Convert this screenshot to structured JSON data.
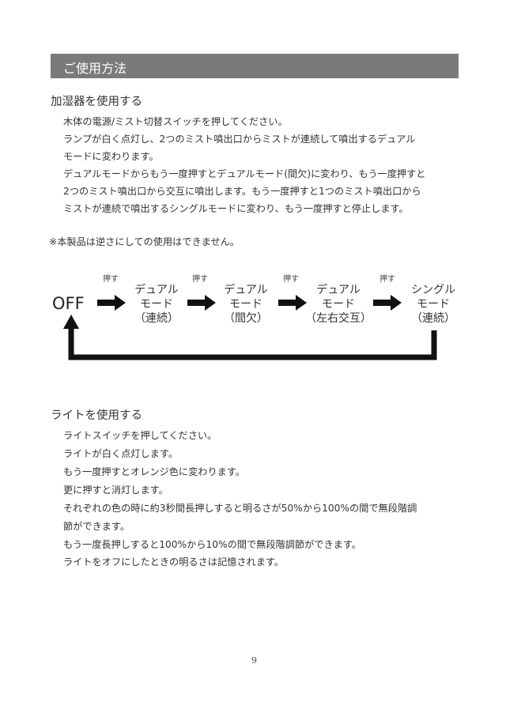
{
  "header": {
    "title": "ご使用方法"
  },
  "humidifier": {
    "heading": "加湿器を使用する",
    "lines": [
      "木体の電源/ミスト切替スイッチを押してください。",
      "ランプが白く点灯し、2つのミスト噴出口からミストが連続して噴出するデュアル",
      "モードに変わります。",
      "デュアルモードからもう一度押すとデュアルモード(間欠)に変わり、もう一度押すと",
      "2つのミスト噴出口から交互に噴出します。もう一度押すと1つのミスト噴出口から",
      "ミストが連続で噴出するシングルモードに変わり、もう一度押すと停止します。"
    ],
    "note": "※本製品は逆さにしての使用はできません。"
  },
  "diagram": {
    "start": "OFF",
    "push_label": "押す",
    "modes": [
      {
        "l1": "デュアル",
        "l2": "モード",
        "l3": "（連続）"
      },
      {
        "l1": "デュアル",
        "l2": "モード",
        "l3": "（間欠）"
      },
      {
        "l1": "デュアル",
        "l2": "モード",
        "l3": "（左右交互）"
      },
      {
        "l1": "シングル",
        "l2": "モード",
        "l3": "（連続）"
      }
    ]
  },
  "light": {
    "heading": "ライトを使用する",
    "lines": [
      "ライトスイッチを押してください。",
      "ライトが白く点灯します。",
      "もう一度押すとオレンジ色に変わります。",
      "更に押すと消灯します。",
      "それぞれの色の時に約3秒間長押しすると明るさが50%から100%の間で無段階調",
      "節ができます。",
      "もう一度長押しすると100%から10%の間で無段階調節ができます。",
      "ライトをオフにしたときの明るさは記憶されます。"
    ]
  },
  "page_number": "9"
}
